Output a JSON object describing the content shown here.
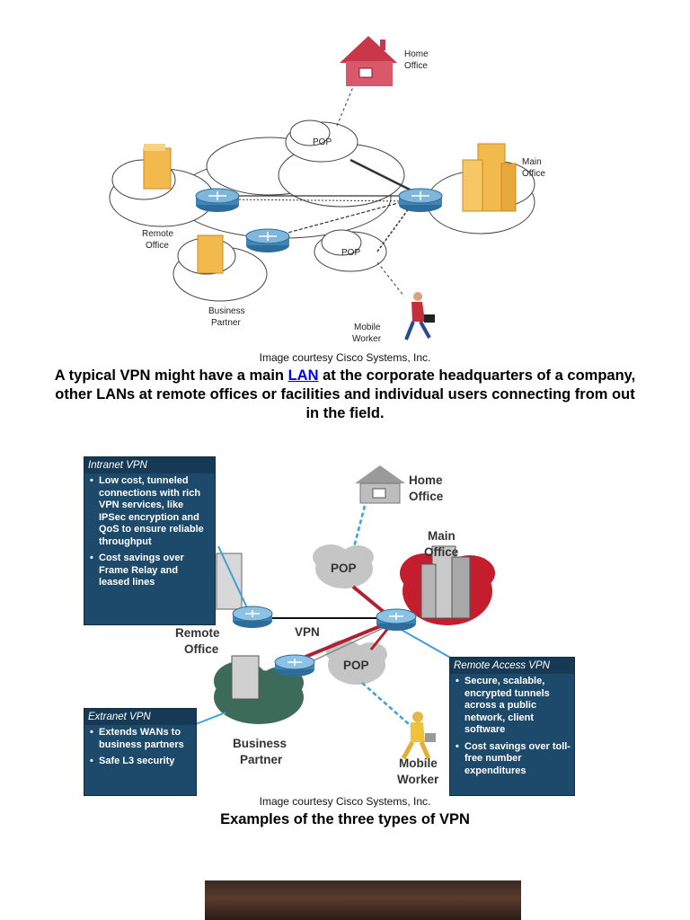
{
  "figure1": {
    "labels": {
      "home_office_1": "Home",
      "home_office_2": "Office",
      "main_office_1": "Main",
      "main_office_2": "Office",
      "pop_top": "POP",
      "pop_bottom": "POP",
      "remote_office_1": "Remote",
      "remote_office_2": "Office",
      "business_partner_1": "Business",
      "business_partner_2": "Partner",
      "mobile_worker_1": "Mobile",
      "mobile_worker_2": "Worker"
    },
    "credit": "Image courtesy Cisco Systems, Inc.",
    "caption": {
      "before_link": "A typical VPN might have a main ",
      "link_text": "LAN",
      "after_link": " at the corporate headquarters of a company, other LANs at remote offices or facilities and individual users connecting from out in the field."
    }
  },
  "figure2": {
    "labels": {
      "home_office_1": "Home",
      "home_office_2": "Office",
      "main_office_1": "Main",
      "main_office_2": "Office",
      "pop_top": "POP",
      "pop_bottom": "POP",
      "vpn": "VPN",
      "remote_office_1": "Remote",
      "remote_office_2": "Office",
      "business_partner_1": "Business",
      "business_partner_2": "Partner",
      "mobile_worker_1": "Mobile",
      "mobile_worker_2": "Worker"
    },
    "intranet_panel": {
      "title": "Intranet VPN",
      "bullets": [
        "Low cost, tunneled connections with rich VPN services, like IPSec encryption and QoS to ensure reliable throughput",
        "Cost savings over Frame Relay and leased lines"
      ]
    },
    "extranet_panel": {
      "title": "Extranet VPN",
      "bullets": [
        "Extends WANs to business partners",
        "Safe L3 security"
      ]
    },
    "remote_access_panel": {
      "title": "Remote Access VPN",
      "bullets": [
        "Secure, scalable, encrypted tunnels across a public network, client software",
        "Cost savings over toll-free number expenditures"
      ]
    },
    "credit": "Image courtesy Cisco Systems, Inc.",
    "caption": "Examples of the three types of VPN"
  },
  "colors": {
    "panel_bg": "#1d4a6a",
    "building_orange": "#f2b94d",
    "router_blue": "#3f86b8",
    "house_red": "#c9384a",
    "red_cloud": "#c41e2e",
    "green_cloud": "#3d6b5a",
    "link_blue": "#0000ee"
  }
}
